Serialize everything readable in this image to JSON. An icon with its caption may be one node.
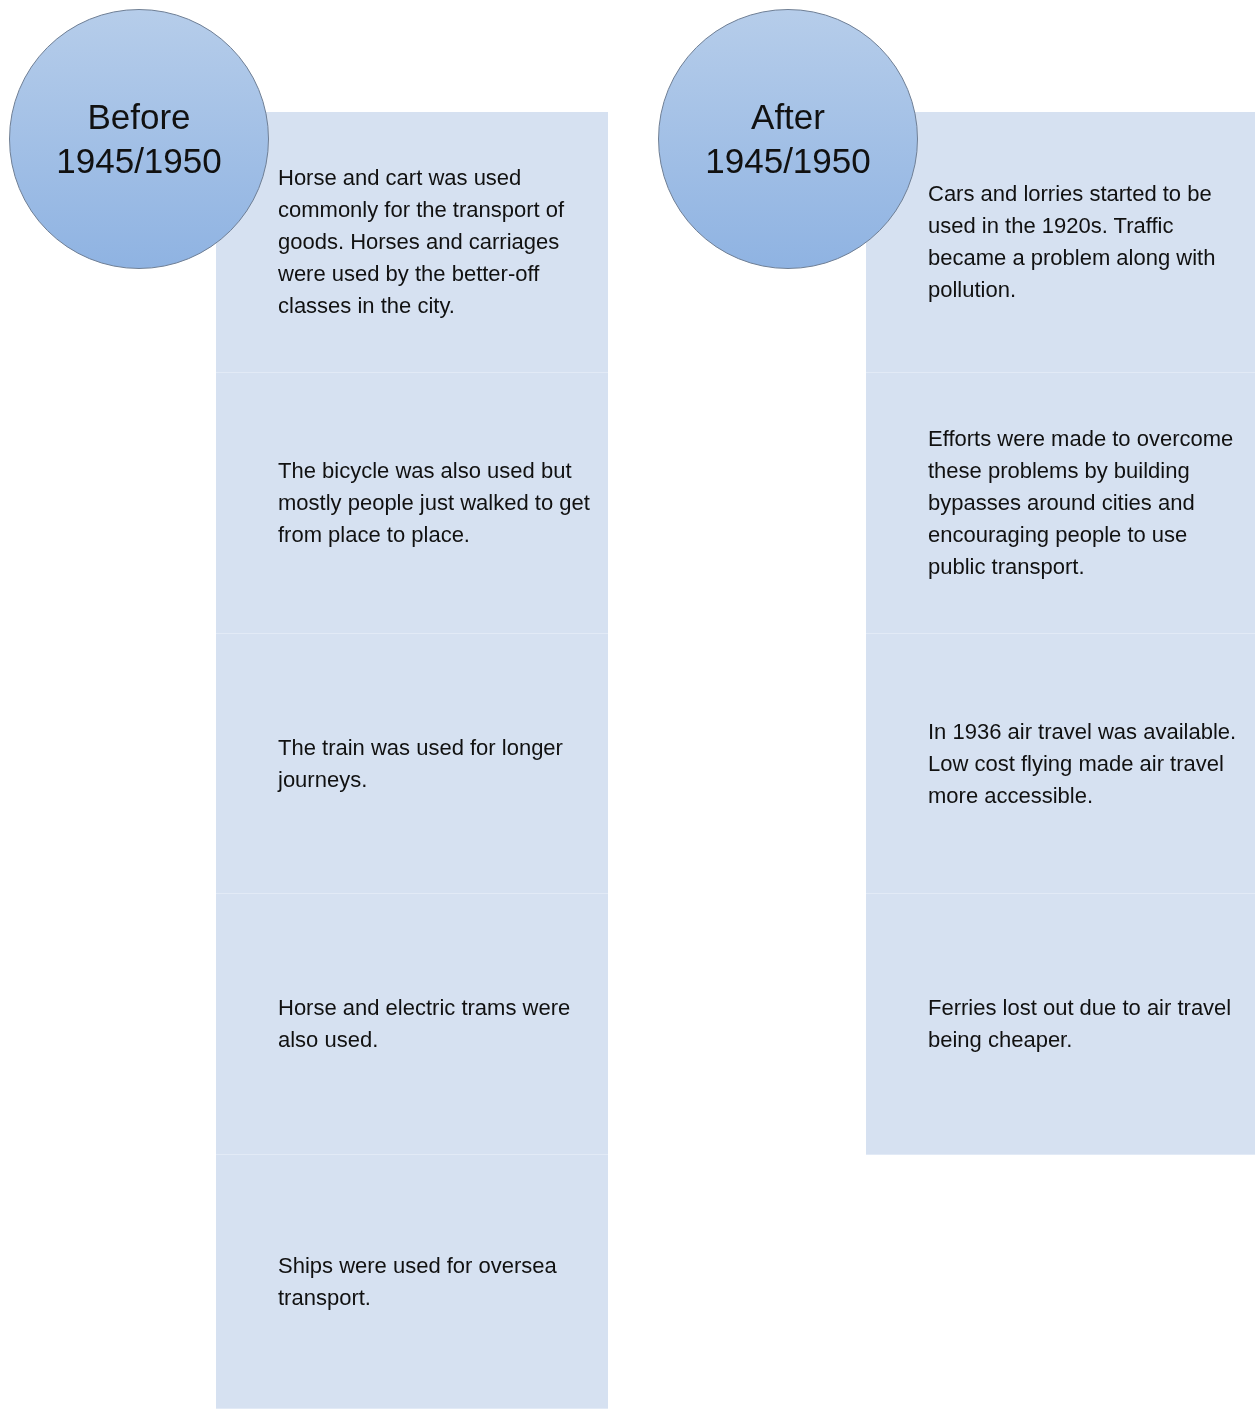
{
  "diagram": {
    "nodes": [
      {
        "text": [
          "Before 1945/1950"
        ]
      },
      {
        "text": [
          "Horse and cart was used commonly for the transport of goods. Horses and carriages were used by the better-off classes in the city."
        ]
      },
      {
        "text": [
          "The bicycle was also used but mostly people just walked to get from place to place."
        ]
      },
      {
        "text": [
          "The train was used for longer journeys."
        ]
      },
      {
        "text": [
          "Horse and electric trams were also used."
        ]
      },
      {
        "text": [
          "Ships were used for oversea transport."
        ]
      },
      {
        "text": [
          "After 1945/1950"
        ]
      },
      {
        "text": [
          "Cars and lorries started to be used in the 1920s. Traffic became a problem along with pollution."
        ]
      },
      {
        "text": [
          "Efforts were made to overcome these problems by building bypasses around cities and encouraging people to use public transport."
        ]
      },
      {
        "text": [
          "In 1936 air travel was available. Low cost flying made air travel more accessible."
        ]
      },
      {
        "text": [
          "Ferries lost out due to air travel being cheaper."
        ]
      }
    ]
  }
}
